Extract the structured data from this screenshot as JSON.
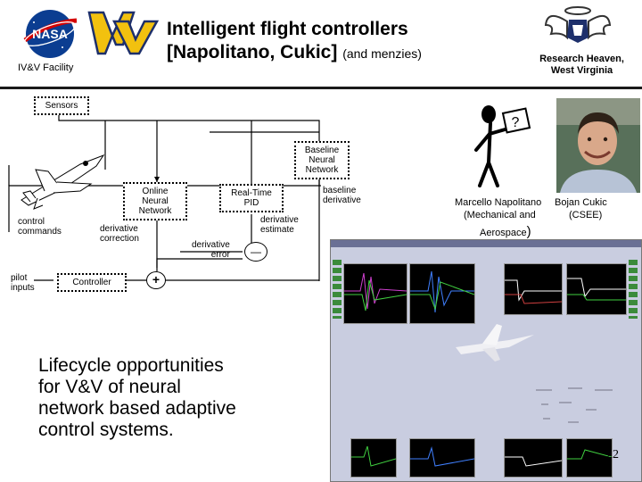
{
  "header": {
    "nasa_logo_text": "NASA",
    "facility": "IV&V Facility",
    "title_line1": "Intelligent flight controllers",
    "title_line2": "[Napolitano, Cukic]",
    "title_suffix": "(and menzies)",
    "research_heaven": "Research Heaven,",
    "west_virginia": "West Virginia"
  },
  "diagram": {
    "sensors": "Sensors",
    "baseline_nn": "Baseline\nNeural\nNetwork",
    "online_nn": "Online\nNeural\nNetwork",
    "realtime_pid": "Real-Time\nPID",
    "baseline_derivative": "baseline\nderivative",
    "control_commands": "control\ncommands",
    "derivative_correction": "derivative\ncorrection",
    "derivative_estimate": "derivative\nestimate",
    "derivative_error": "derivative\nerror",
    "pilot_inputs": "pilot\ninputs",
    "controller": "Controller",
    "plus": "+",
    "minus": "—"
  },
  "people": {
    "napolitano_name": "Marcello Napolitano",
    "napolitano_dept": "(Mechanical and",
    "napolitano_dept2": "Aerospace",
    "napolitano_paren": ")",
    "cukic_name": "Bojan Cukic",
    "cukic_dept": "(CSEE)",
    "question": "?"
  },
  "body_text": "Lifecycle opportunities\nfor V&V of neural\nnetwork based adaptive\ncontrol systems.",
  "page_number": "22",
  "colors": {
    "nasa_blue": "#0b3d91",
    "wvu_gold": "#f2c10f",
    "wvu_navy": "#1d2f6b",
    "sim_bg": "#c9cde0"
  }
}
